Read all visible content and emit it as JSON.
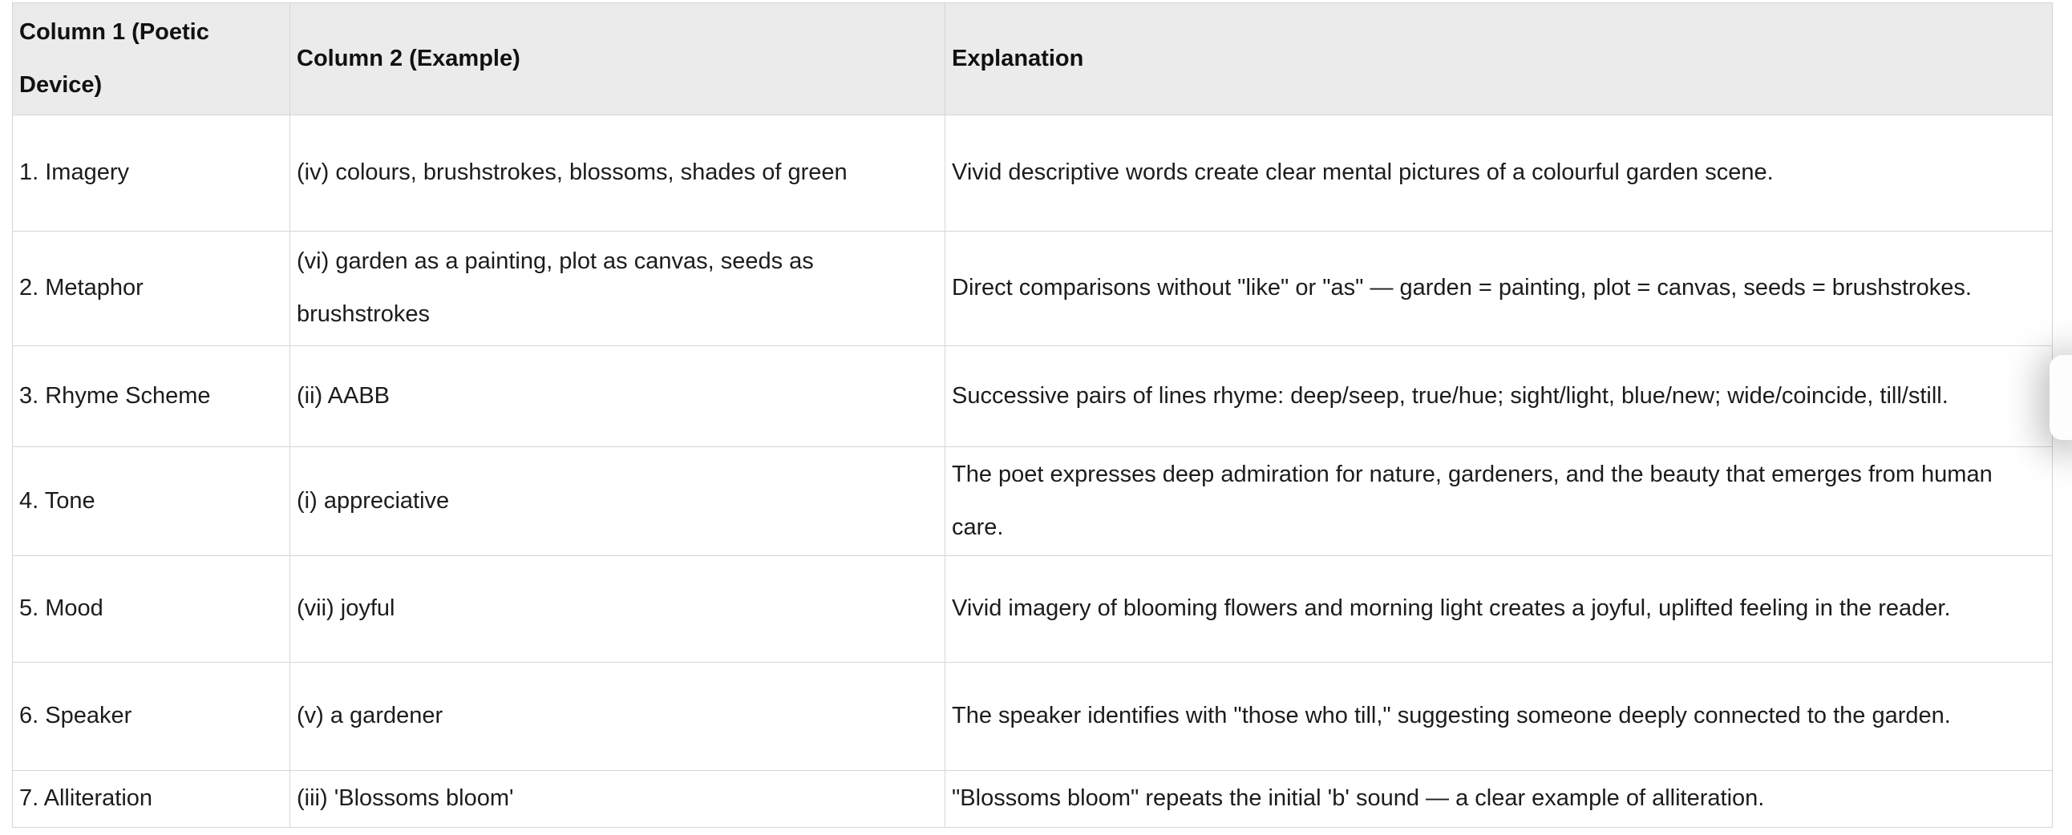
{
  "table": {
    "columns": [
      "Column 1 (Poetic Device)",
      "Column 2 (Example)",
      "Explanation"
    ],
    "rows": [
      {
        "device": "1. Imagery",
        "example": "(iv) colours, brushstrokes, blossoms, shades of green",
        "explanation": "Vivid descriptive words create clear mental pictures of a colourful garden scene."
      },
      {
        "device": "2. Metaphor",
        "example": "(vi) garden as a painting, plot as canvas, seeds as brushstrokes",
        "explanation": "Direct comparisons without \"like\" or \"as\" — garden = painting, plot = canvas, seeds = brushstrokes."
      },
      {
        "device": "3. Rhyme Scheme",
        "example": "(ii) AABB",
        "explanation": "Successive pairs of lines rhyme: deep/seep, true/hue; sight/light, blue/new; wide/coincide, till/still."
      },
      {
        "device": "4. Tone",
        "example": "(i) appreciative",
        "explanation": "The poet expresses deep admiration for nature, gardeners, and the beauty that emerges from human care."
      },
      {
        "device": "5. Mood",
        "example": "(vii) joyful",
        "explanation": "Vivid imagery of blooming flowers and morning light creates a joyful, uplifted feeling in the reader."
      },
      {
        "device": "6. Speaker",
        "example": "(v) a gardener",
        "explanation": "The speaker identifies with \"those who till,\" suggesting someone deeply connected to the garden."
      },
      {
        "device": "7. Alliteration",
        "example": "(iii) 'Blossoms bloom'",
        "explanation": "\"Blossoms bloom\" repeats the initial 'b' sound — a clear example of alliteration."
      }
    ],
    "colors": {
      "header_background": "#ebebeb",
      "border": "#d5d5d5",
      "text": "#1c1c1c"
    }
  }
}
